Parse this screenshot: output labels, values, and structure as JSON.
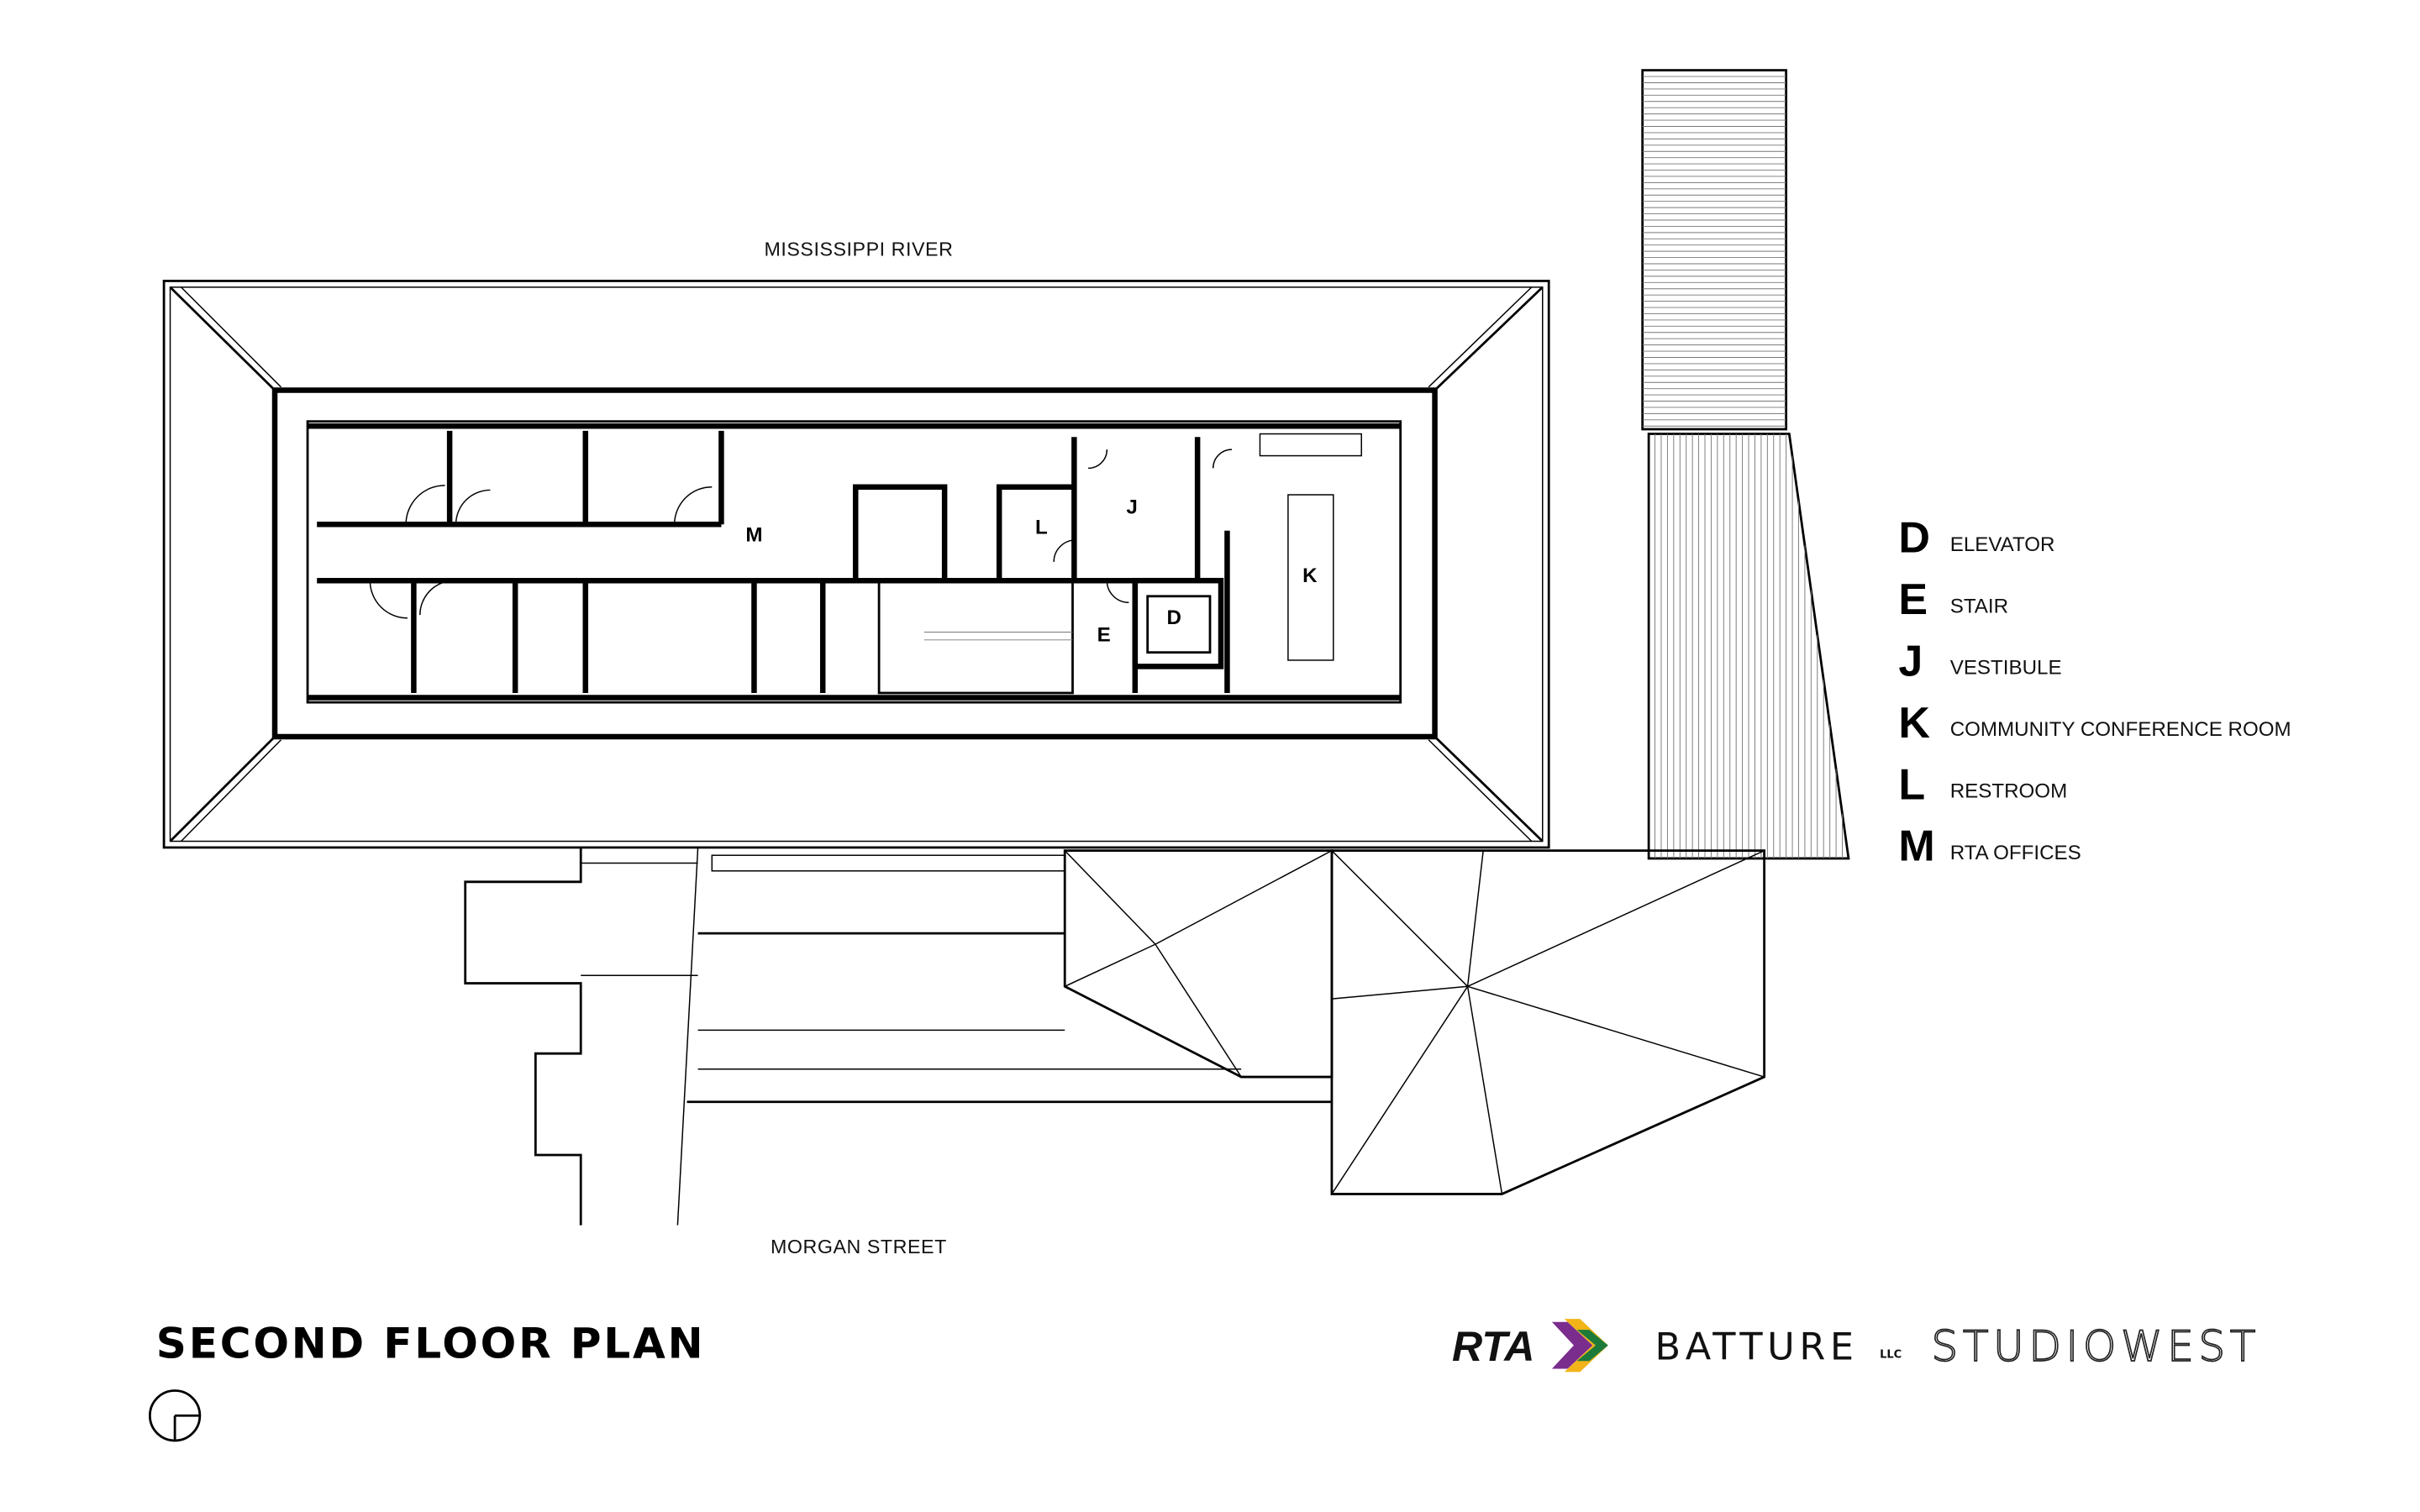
{
  "labels": {
    "north_label": "MISSISSIPPI RIVER",
    "south_label": "MORGAN STREET",
    "title": "SECOND FLOOR PLAN"
  },
  "rooms": {
    "M": "M",
    "L": "L",
    "J": "J",
    "K": "K",
    "E": "E",
    "D": "D"
  },
  "legend": [
    {
      "letter": "D",
      "text": "ELEVATOR"
    },
    {
      "letter": "E",
      "text": "STAIR"
    },
    {
      "letter": "J",
      "text": "VESTIBULE"
    },
    {
      "letter": "K",
      "text": "COMMUNITY CONFERENCE ROOM"
    },
    {
      "letter": "L",
      "text": "RESTROOM"
    },
    {
      "letter": "M",
      "text": "RTA OFFICES"
    }
  ],
  "logos": {
    "rta": "RTA",
    "batture": "BATTURE",
    "batture_suffix": "LLC",
    "studiowest": "STUDIOWEST",
    "colors": {
      "purple": "#7b2d8e",
      "yellow": "#f2b418",
      "green": "#1e7a3a"
    }
  }
}
